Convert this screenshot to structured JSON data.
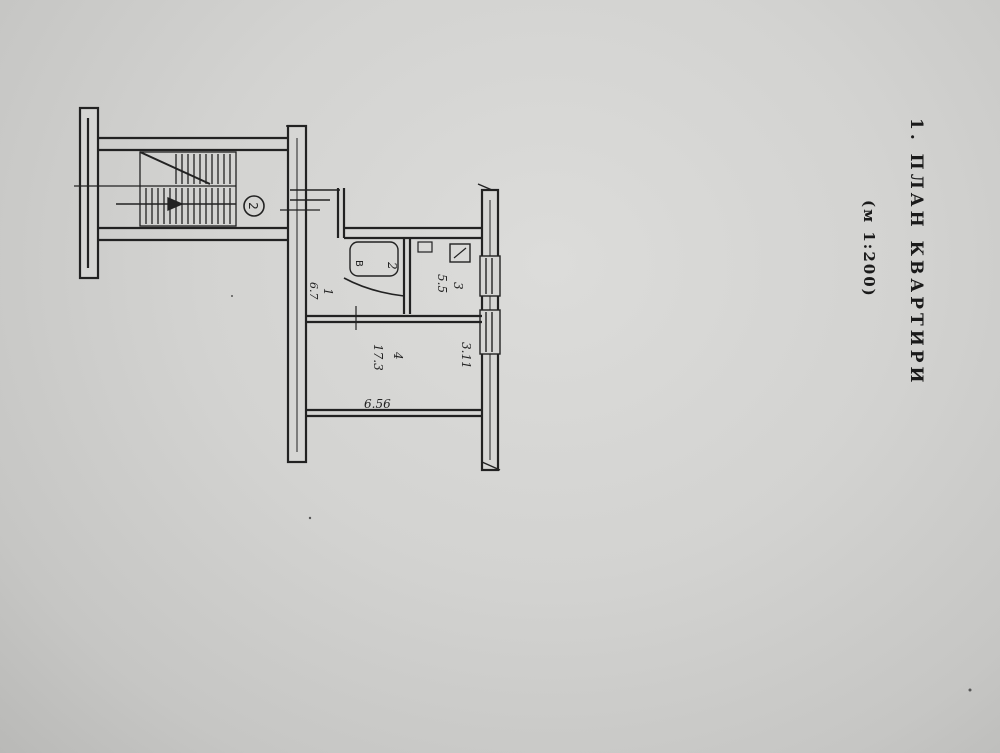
{
  "title": {
    "main": "1. ПЛАН КВАРТИРИ",
    "scale": "(м 1:200)"
  },
  "plan": {
    "rooms": [
      {
        "number": "1",
        "area": "6.7"
      },
      {
        "number": "2",
        "area": ""
      },
      {
        "number": "3",
        "area": "5.5"
      },
      {
        "number": "4",
        "area": "17.3"
      }
    ],
    "dimensions": {
      "length": "6.56",
      "width": "3.11"
    },
    "stair_marker": "2",
    "fixture_label": "B"
  },
  "colors": {
    "paper": "#d6d6d4",
    "ink": "#1e1e1e"
  }
}
